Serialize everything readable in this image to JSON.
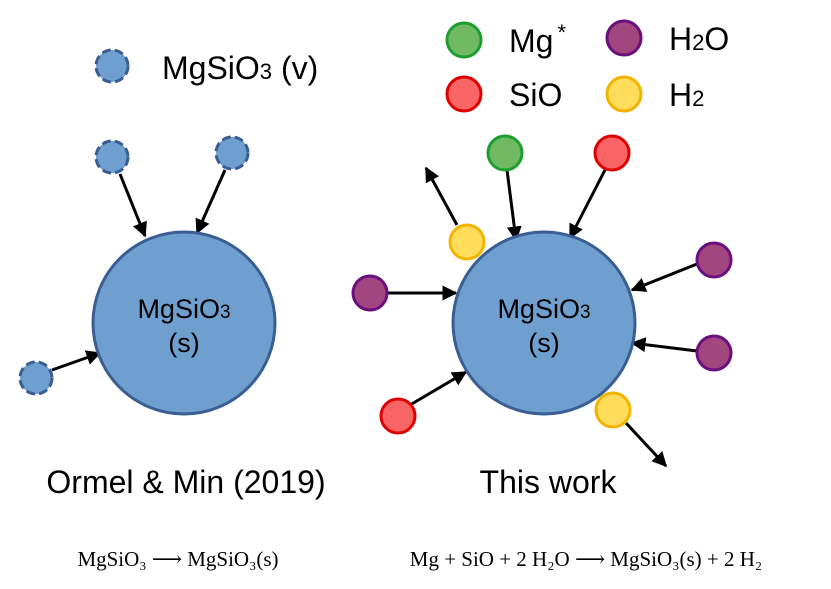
{
  "legend": {
    "vapor": {
      "label": "MgSiO",
      "sub": "3",
      "suffix": " (v)"
    },
    "mg": {
      "label": "Mg",
      "sup": "*"
    },
    "sio": {
      "label": "SiO"
    },
    "h2o": {
      "label": "H",
      "sub": "2",
      "suffix": "O"
    },
    "h2": {
      "label": "H",
      "sub": "2"
    }
  },
  "left_panel": {
    "grain": {
      "line1": "MgSiO",
      "sub": "3",
      "line2": "(s)"
    },
    "caption": "Ormel & Min (2019)",
    "equation": "MgSiO₃ ⟶ MgSiO₃(s)"
  },
  "right_panel": {
    "grain": {
      "line1": "MgSiO",
      "sub": "3",
      "line2": "(s)"
    },
    "caption": "This work",
    "equation": "Mg + SiO + 2 H₂O ⟶ MgSiO₃(s) + 2 H₂"
  },
  "colors": {
    "grain_fill": "#6f9fcf",
    "grain_stroke": "#3a5e93",
    "vapor_fill": "#6f9fcf",
    "vapor_stroke": "#3a5e93",
    "mg_fill": "#6fba62",
    "mg_stroke": "#1e9e2e",
    "sio_fill": "#f96464",
    "sio_stroke": "#e00000",
    "h2o_fill": "#a2467f",
    "h2o_stroke": "#6a0f7e",
    "h2_fill": "#ffdc5a",
    "h2_stroke": "#f2b400"
  }
}
